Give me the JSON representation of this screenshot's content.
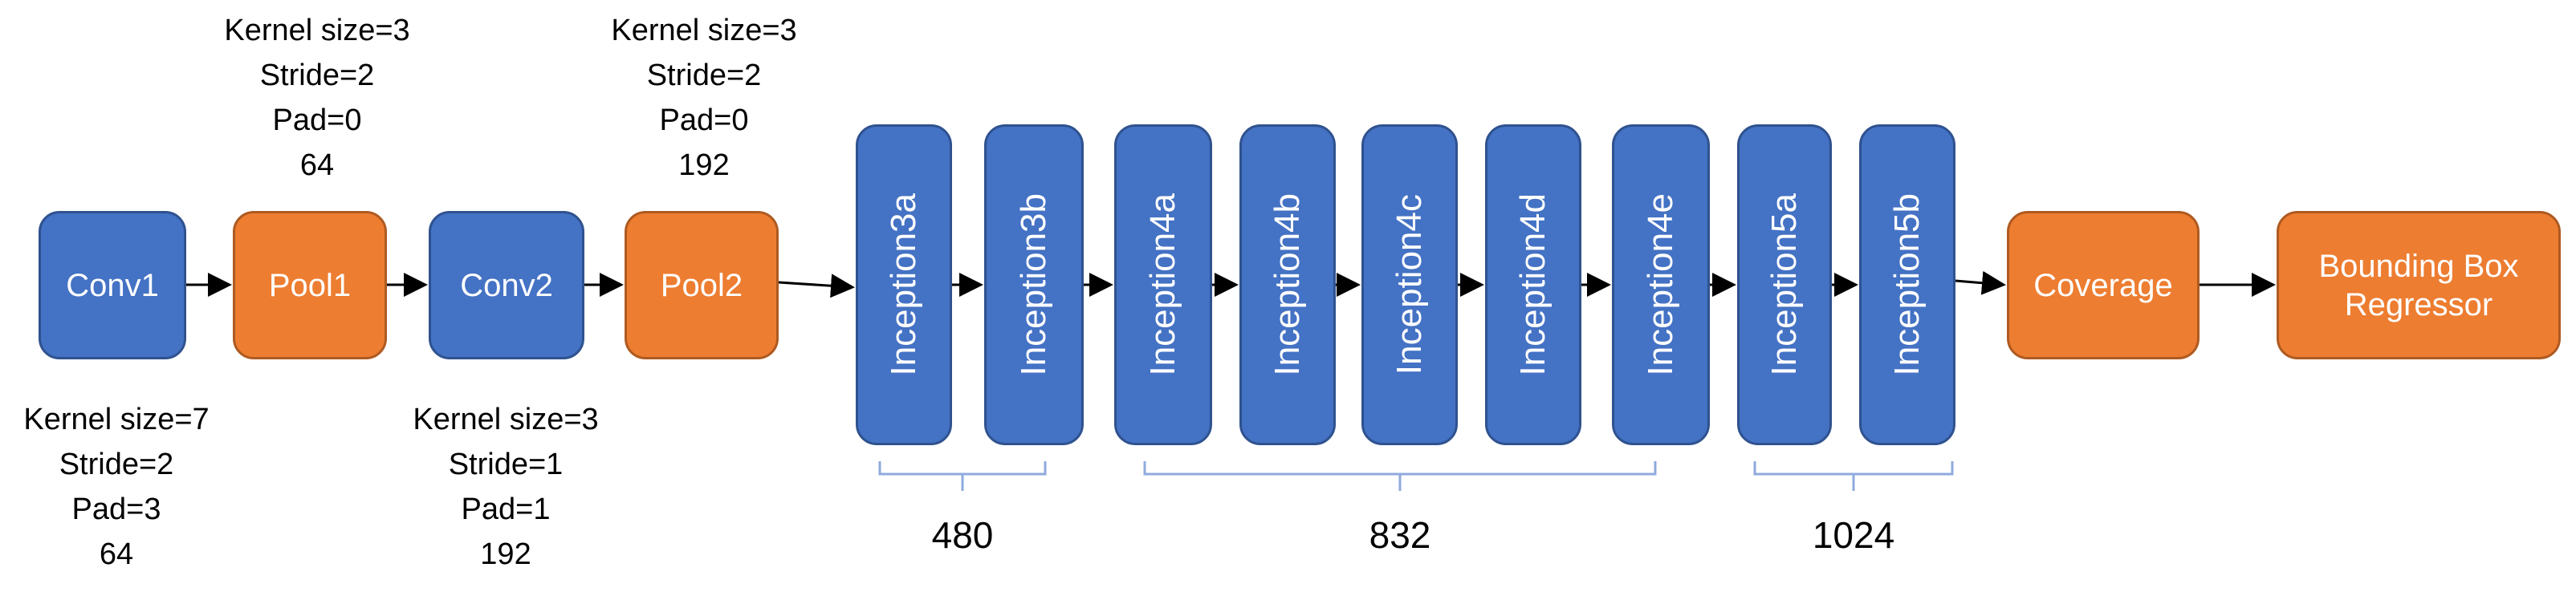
{
  "nodes": {
    "conv1": "Conv1",
    "pool1": "Pool1",
    "conv2": "Conv2",
    "pool2": "Pool2",
    "inception3a": "Inception3a",
    "inception3b": "Inception3b",
    "inception4a": "Inception4a",
    "inception4b": "Inception4b",
    "inception4c": "Inception4c",
    "inception4d": "Inception4d",
    "inception4e": "Inception4e",
    "inception5a": "Inception5a",
    "inception5b": "Inception5b",
    "coverage": "Coverage",
    "bbox_regressor": "Bounding Box Regressor"
  },
  "params": {
    "conv1": [
      "Kernel size=7",
      "Stride=2",
      "Pad=3",
      "64"
    ],
    "pool1": [
      "Kernel size=3",
      "Stride=2",
      "Pad=0",
      "64"
    ],
    "conv2": [
      "Kernel size=3",
      "Stride=1",
      "Pad=1",
      "192"
    ],
    "pool2": [
      "Kernel size=3",
      "Stride=2",
      "Pad=0",
      "192"
    ]
  },
  "groups": {
    "inception3": "480",
    "inception4": "832",
    "inception5": "1024"
  },
  "colors": {
    "blue": "#4472c4",
    "orange": "#ed7d31",
    "bracket": "#8faadc"
  }
}
